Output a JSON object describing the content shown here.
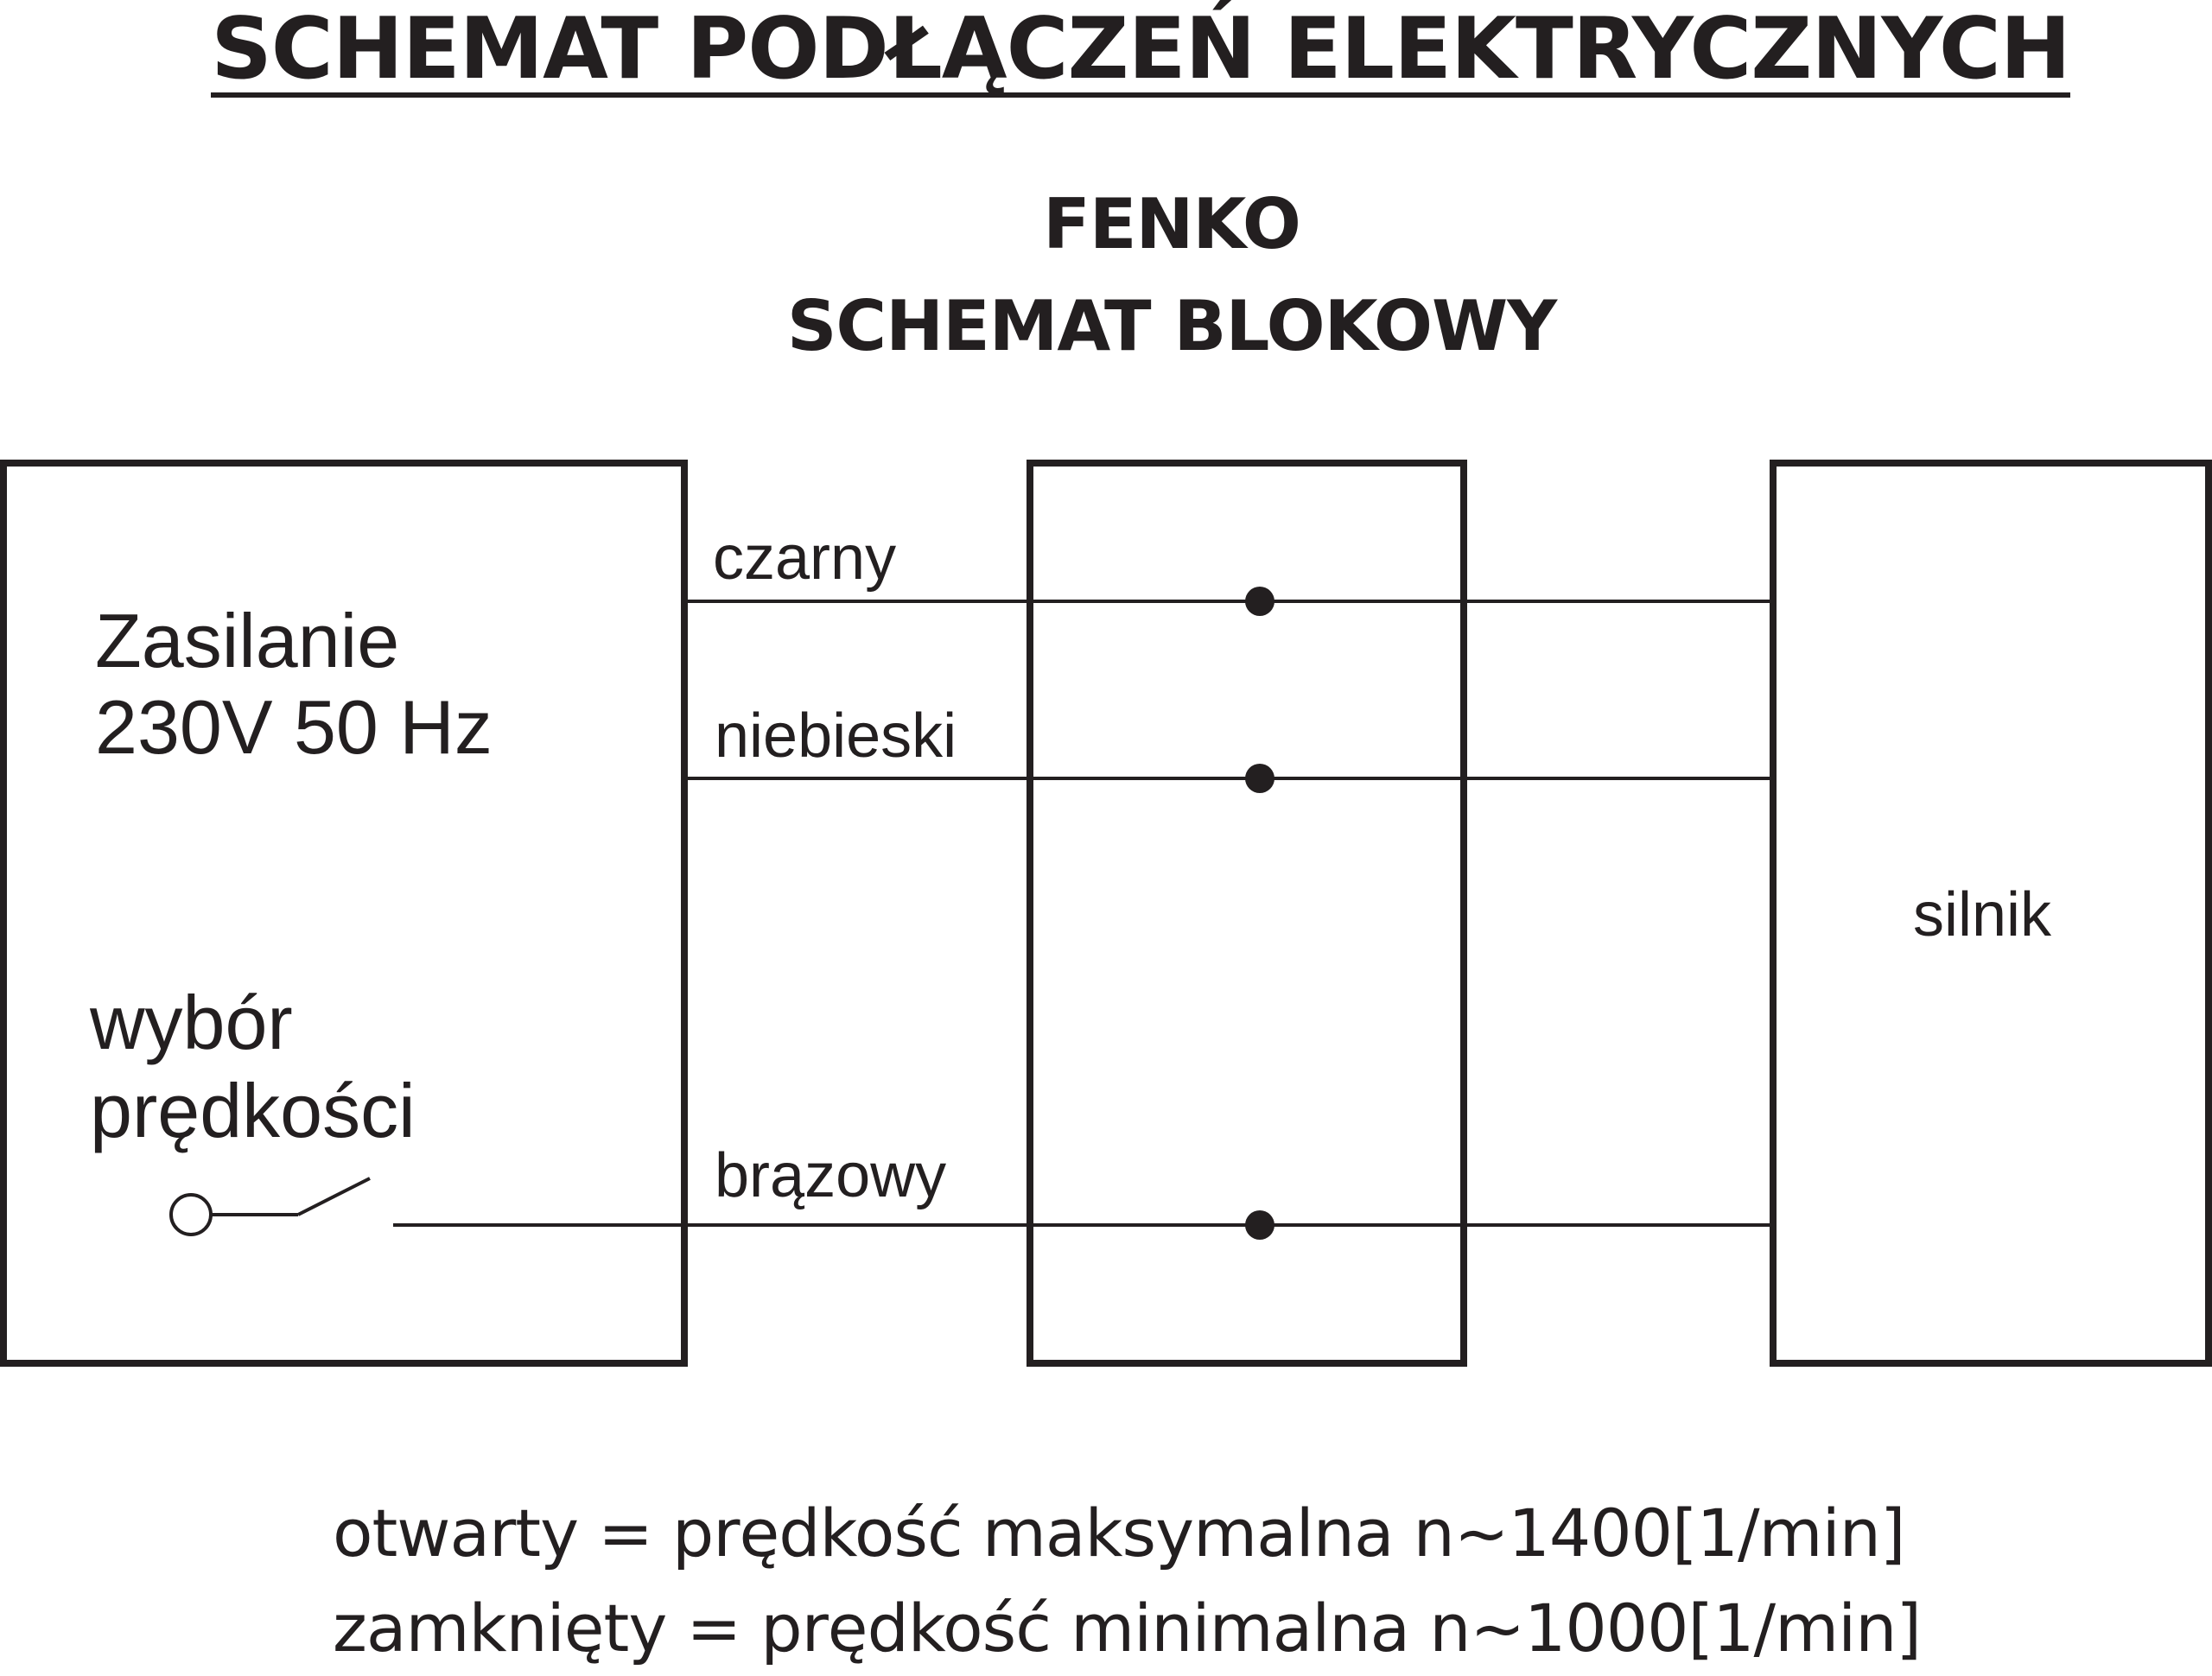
{
  "title": "SCHEMAT PODŁĄCZEŃ ELEKTRYCZNYCH",
  "subtitle_line1": "FENKO",
  "subtitle_line2": "SCHEMAT BLOKOWY",
  "left_block": {
    "power_line1": "Zasilanie",
    "power_line2": "230V 50 Hz",
    "switch_line1": "wybór",
    "switch_line2": "prędkości"
  },
  "wires": {
    "black": "czarny",
    "blue": "niebieski",
    "brown": "brązowy"
  },
  "right_block": {
    "label": "silnik"
  },
  "notes": {
    "open": "otwarty = prędkość maksymalna n~1400[1/min]",
    "closed": "zamknięty = prędkość minimalna n~1000[1/min]"
  }
}
